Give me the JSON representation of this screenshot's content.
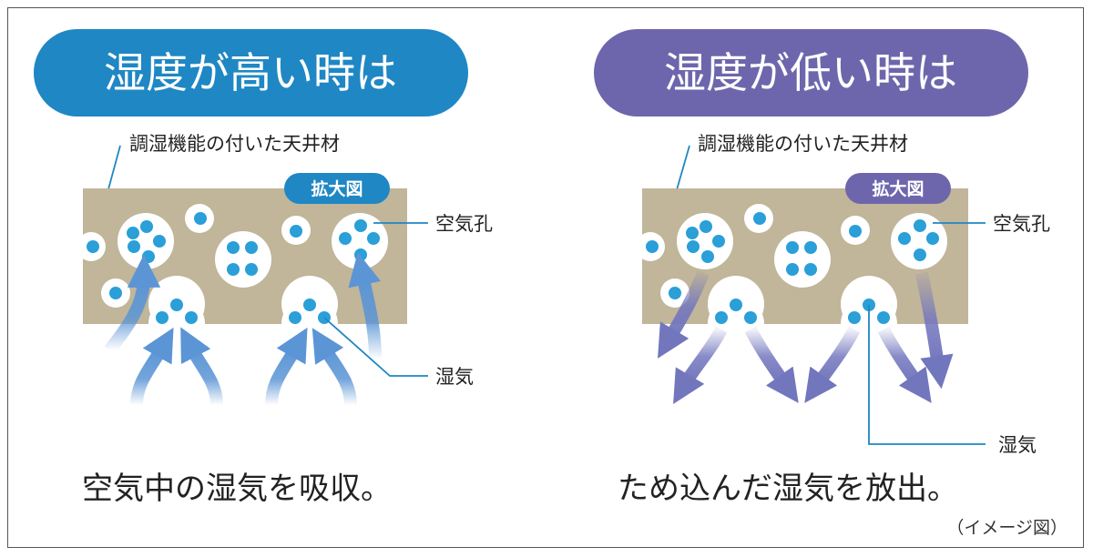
{
  "colors": {
    "pill_high": "#1f87c4",
    "pill_low": "#6e66ac",
    "material": "#c1b59a",
    "droplet": "#2a9fd8",
    "arrow_blue": "#5b95d5",
    "arrow_purple": "#7276bd"
  },
  "left": {
    "title": "湿度が高い時は",
    "ceiling_label": "調湿機能の付いた天井材",
    "zoom_tag": "拡大図",
    "pore_label": "空気孔",
    "moisture_label": "湿気",
    "caption": "空気中の湿気を吸収。"
  },
  "right": {
    "title": "湿度が低い時は",
    "ceiling_label": "調湿機能の付いた天井材",
    "zoom_tag": "拡大図",
    "pore_label": "空気孔",
    "moisture_label": "湿気",
    "caption": "ため込んだ湿気を放出。"
  },
  "note": "（イメージ図）"
}
